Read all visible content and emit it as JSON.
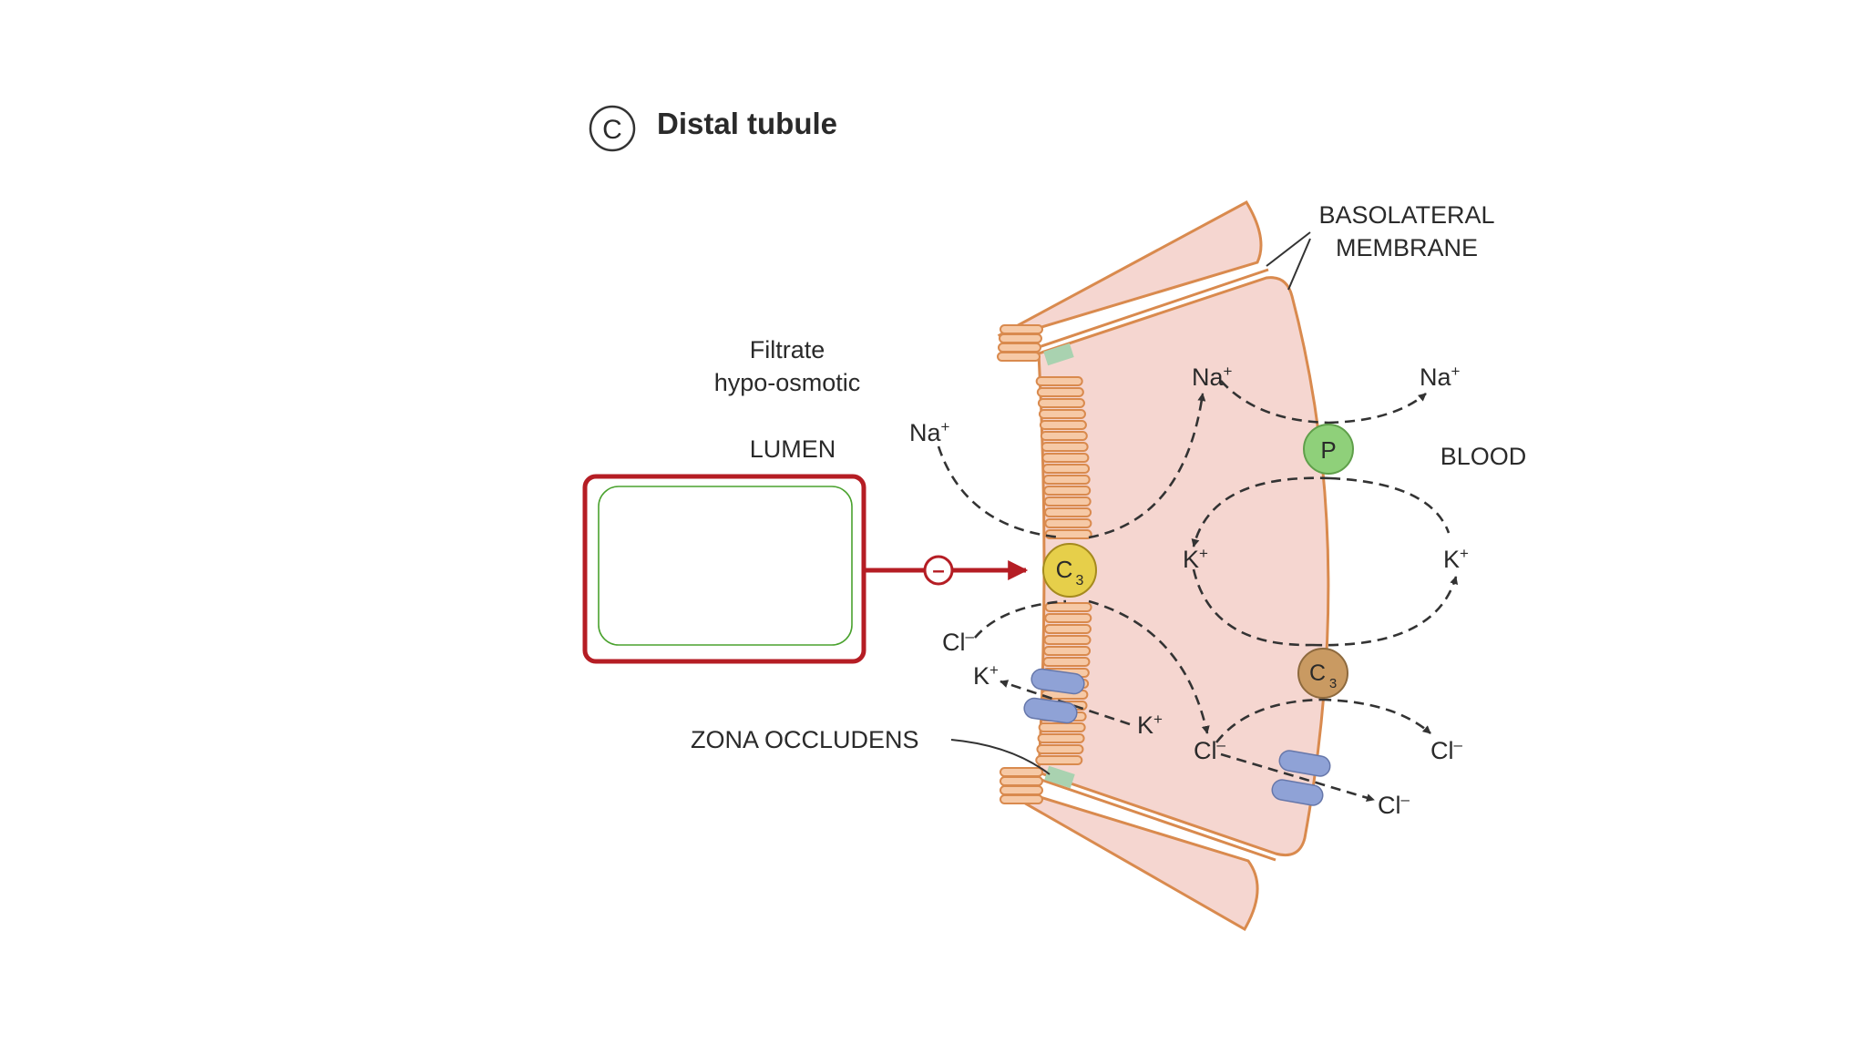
{
  "figure": {
    "panel_letter": "C",
    "title": "Distal tubule"
  },
  "labels": {
    "basolateral_line1": "BASOLATERAL",
    "basolateral_line2": "MEMBRANE",
    "filtrate_line1": "Filtrate",
    "filtrate_line2": "hypo-osmotic",
    "lumen": "LUMEN",
    "blood": "BLOOD",
    "zona_occludens": "ZONA OCCLUDENS"
  },
  "transporters": {
    "apical_cotransporter": {
      "letter": "C",
      "subscript": "3",
      "color": "#e6cf4a"
    },
    "pump": {
      "letter": "P",
      "color": "#8fd07a"
    },
    "basal_cotransporter": {
      "letter": "C",
      "subscript": "3",
      "color": "#c99a62"
    }
  },
  "ions": {
    "na_lumen": {
      "symbol": "Na",
      "charge": "+"
    },
    "na_cell": {
      "symbol": "Na",
      "charge": "+"
    },
    "na_blood": {
      "symbol": "Na",
      "charge": "+"
    },
    "k_cell": {
      "symbol": "K",
      "charge": "+"
    },
    "k_blood": {
      "symbol": "K",
      "charge": "+"
    },
    "k_lumen": {
      "symbol": "K",
      "charge": "+"
    },
    "k_channel": {
      "symbol": "K",
      "charge": "+"
    },
    "cl_lumen": {
      "symbol": "Cl",
      "charge": "–"
    },
    "cl_cell": {
      "symbol": "Cl",
      "charge": "–"
    },
    "cl_blood_upper": {
      "symbol": "Cl",
      "charge": "–"
    },
    "cl_blood_lower": {
      "symbol": "Cl",
      "charge": "–"
    }
  },
  "inhibitor": {
    "symbol": "–"
  },
  "colors": {
    "cell_fill": "#f5d6d0",
    "membrane": "#d98a4e",
    "microvilli_fill": "#f6c9a6",
    "tight_junction": "#a9d2b0",
    "channel": "#8fa2d6",
    "inhibitor": "#b51d24",
    "box_inner": "#4aa22e"
  }
}
